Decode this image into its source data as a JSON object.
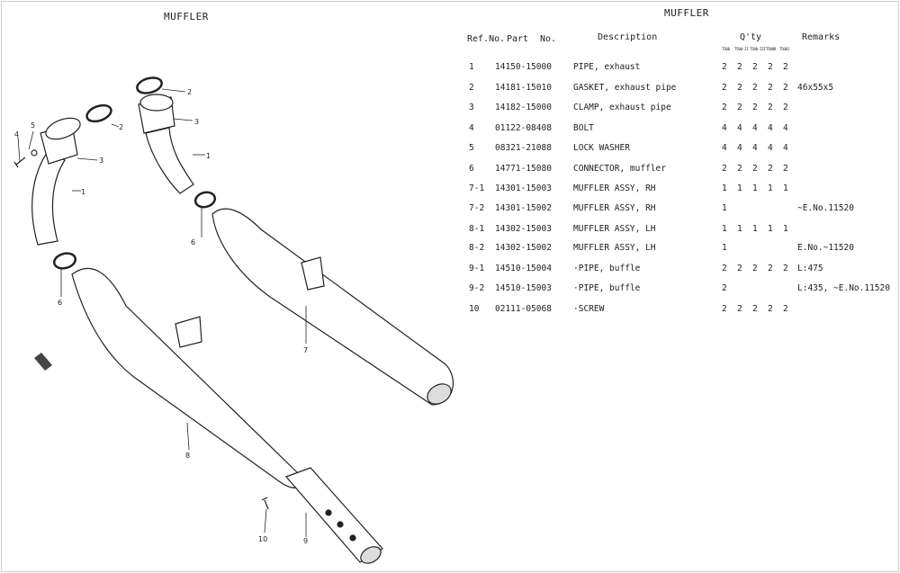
{
  "diagram": {
    "title": "MUFFLER",
    "callouts": [
      "1",
      "2",
      "3",
      "4",
      "5",
      "6",
      "7",
      "8",
      "9",
      "10",
      "1",
      "2",
      "3",
      "6"
    ]
  },
  "table": {
    "title": "MUFFLER",
    "headers": {
      "ref": "Ref.No.",
      "part": "Part",
      "no": "No.",
      "description": "Description",
      "qty": "Q'ty",
      "remarks": "Remarks"
    },
    "qty_columns": [
      "T500",
      "T500-II",
      "T500-III",
      "T500R",
      "T500J"
    ],
    "rows": [
      {
        "ref": "1",
        "part": "14150-15000",
        "desc": "PIPE, exhaust",
        "qty": [
          "2",
          "2",
          "2",
          "2",
          "2"
        ],
        "remarks": ""
      },
      {
        "ref": "2",
        "part": "14181-15010",
        "desc": "GASKET, exhaust pipe",
        "qty": [
          "2",
          "2",
          "2",
          "2",
          "2"
        ],
        "remarks": "46x55x5"
      },
      {
        "ref": "3",
        "part": "14182-15000",
        "desc": "CLAMP, exhaust pipe",
        "qty": [
          "2",
          "2",
          "2",
          "2",
          "2"
        ],
        "remarks": ""
      },
      {
        "ref": "4",
        "part": "01122-08408",
        "desc": "BOLT",
        "qty": [
          "4",
          "4",
          "4",
          "4",
          "4"
        ],
        "remarks": ""
      },
      {
        "ref": "5",
        "part": "08321-21088",
        "desc": "LOCK WASHER",
        "qty": [
          "4",
          "4",
          "4",
          "4",
          "4"
        ],
        "remarks": ""
      },
      {
        "ref": "6",
        "part": "14771-15080",
        "desc": "CONNECTOR, muffler",
        "qty": [
          "2",
          "2",
          "2",
          "2",
          "2"
        ],
        "remarks": ""
      },
      {
        "ref": "7-1",
        "part": "14301-15003",
        "desc": "MUFFLER ASSY, RH",
        "qty": [
          "1",
          "1",
          "1",
          "1",
          "1"
        ],
        "remarks": ""
      },
      {
        "ref": "7-2",
        "part": "14301-15002",
        "desc": "MUFFLER ASSY, RH",
        "qty": [
          "1",
          "",
          "",
          "",
          ""
        ],
        "remarks": "~E.No.11520"
      },
      {
        "ref": "8-1",
        "part": "14302-15003",
        "desc": "MUFFLER ASSY, LH",
        "qty": [
          "1",
          "1",
          "1",
          "1",
          "1"
        ],
        "remarks": ""
      },
      {
        "ref": "8-2",
        "part": "14302-15002",
        "desc": "MUFFLER ASSY, LH",
        "qty": [
          "1",
          "",
          "",
          "",
          ""
        ],
        "remarks": "E.No.~11520"
      },
      {
        "ref": "9-1",
        "part": "14510-15004",
        "desc": "·PIPE, buffle",
        "qty": [
          "2",
          "2",
          "2",
          "2",
          "2"
        ],
        "remarks": "L:475"
      },
      {
        "ref": "9-2",
        "part": "14510-15003",
        "desc": "·PIPE, buffle",
        "qty": [
          "2",
          "",
          "",
          "",
          ""
        ],
        "remarks": "L:435, ~E.No.11520"
      },
      {
        "ref": "10",
        "part": "02111-05068",
        "desc": "·SCREW",
        "qty": [
          "2",
          "2",
          "2",
          "2",
          "2"
        ],
        "remarks": ""
      }
    ]
  }
}
